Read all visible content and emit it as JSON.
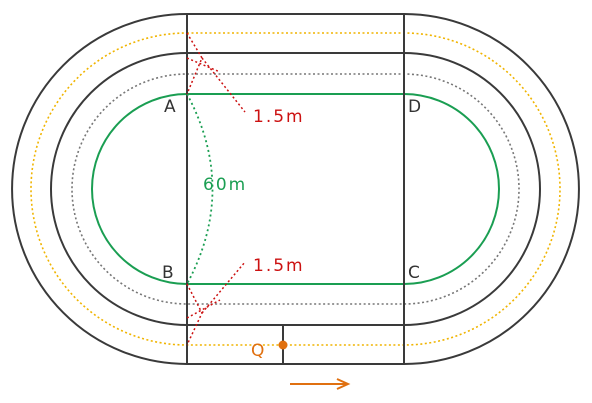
{
  "labels": {
    "A": "A",
    "B": "B",
    "C": "C",
    "D": "D",
    "Q": "Q",
    "dist_top": "1.5m",
    "dist_bottom": "1.5m",
    "radius": "60m"
  },
  "colors": {
    "track": "#3a3a3a",
    "grey_dotted": "#777777",
    "inner_green": "#1a9e52",
    "outer_dotted": "#f0b400",
    "red": "#cc1111",
    "orange": "#e07010",
    "label_dark": "#333333"
  },
  "icons": {
    "direction": "right-arrow-icon"
  }
}
